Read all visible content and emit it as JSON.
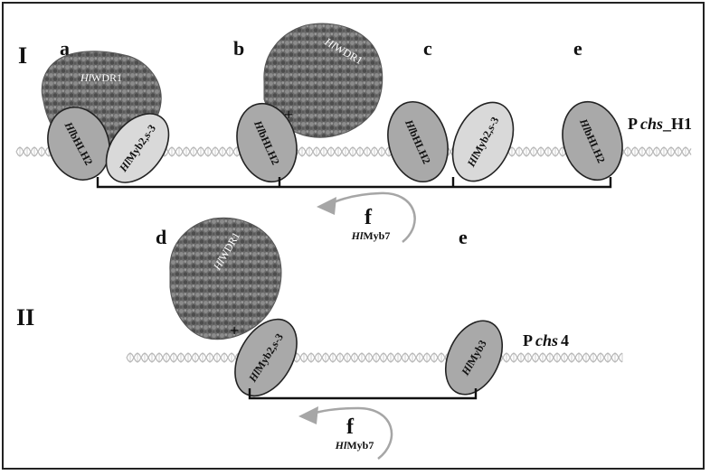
{
  "panels": {
    "I": {
      "roman": "I",
      "letters": {
        "a": "a",
        "b": "b",
        "c": "c",
        "e": "e",
        "f": "f"
      },
      "promoter": {
        "prefix": "P",
        "italic": "chs",
        "suffix": "_H1"
      },
      "wdr_label": {
        "italic": "Hl",
        "rest": "WDR1"
      },
      "bhlh_label": {
        "italic": "Hl",
        "rest": "bHLH2"
      },
      "myb2_label": {
        "italic": "Hl",
        "rest": "Myb2,s-3"
      },
      "myb7_label": {
        "italic": "Hl",
        "rest": "Myb7"
      },
      "plus": "+"
    },
    "II": {
      "roman": "II",
      "letters": {
        "d": "d",
        "e": "e",
        "f": "f"
      },
      "promoter": {
        "prefix": "P",
        "italic": "chs",
        "suffix": "4"
      },
      "wdr_label": {
        "italic": "Hl",
        "rest": "WDR1"
      },
      "myb2_label": {
        "italic": "Hl",
        "rest": "Myb2,s-3"
      },
      "myb3_label": {
        "italic": "Hl",
        "rest": "Myb3"
      },
      "myb7_label": {
        "italic": "Hl",
        "rest": "Myb7"
      },
      "plus": "+"
    }
  },
  "colors": {
    "protein_fill": "#a9a9a9",
    "myb2_fill": "#d9d9d9",
    "wdr_dark": "#4a4a4a",
    "wdr_light": "#8a8a8a",
    "arrow": "#a6a6a6"
  }
}
